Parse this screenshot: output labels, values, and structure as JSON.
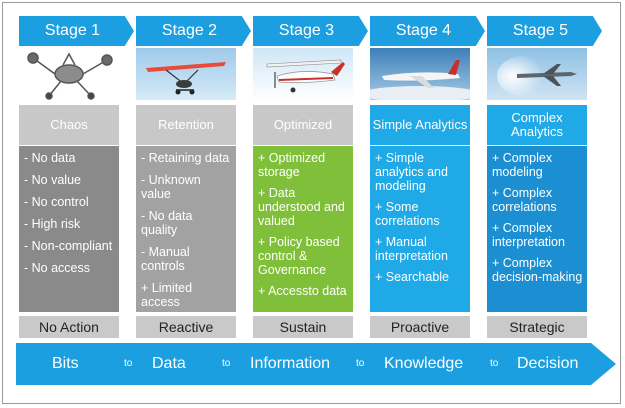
{
  "stages": [
    {
      "header": "Stage 1",
      "name": "Chaos",
      "bullets": [
        "- No data",
        "- No value",
        "- No control",
        "- High risk",
        "- Non-compliant",
        "- No access"
      ],
      "mode": "No Action"
    },
    {
      "header": "Stage 2",
      "name": "Retention",
      "bullets": [
        "- Retaining data",
        "- Unknown value",
        "- No data quality",
        "- Manual controls",
        "+ Limited access"
      ],
      "mode": "Reactive"
    },
    {
      "header": "Stage 3",
      "name": "Optimized",
      "bullets": [
        "+ Optimized storage",
        "+ Data understood and valued",
        "+ Policy based control & Governance",
        "+ Accessto data"
      ],
      "mode": "Sustain"
    },
    {
      "header": "Stage 4",
      "name": "Simple Analytics",
      "bullets": [
        "+ Simple analytics and modeling",
        "+ Some correlations",
        "+ Manual interpretation",
        "+ Searchable"
      ],
      "mode": "Proactive"
    },
    {
      "header": "Stage 5",
      "name": "Complex Analytics",
      "bullets": [
        "+ Complex modeling",
        "+ Complex correlations",
        "+ Complex interpretation",
        "+ Complex decision-making"
      ],
      "mode": "Strategic"
    }
  ],
  "progression": {
    "steps": [
      "Bits",
      "Data",
      "Information",
      "Knowledge",
      "Decision"
    ],
    "connector": "to"
  },
  "colors": {
    "arrow_blue": "#1b9fe0",
    "stage3_green": "#7fbf3a",
    "gray": "#8a8a8a"
  },
  "icons": [
    "mechanical-contraption-icon",
    "ultralight-aircraft-icon",
    "small-propeller-plane-icon",
    "passenger-jet-icon",
    "fighter-jet-sonic-boom-icon"
  ]
}
